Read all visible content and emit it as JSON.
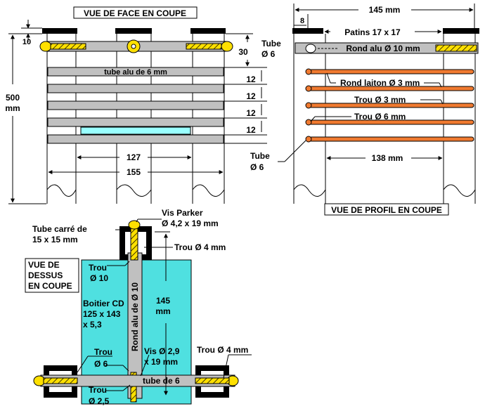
{
  "colors": {
    "tube_gray": "#c0c0c0",
    "screw_yellow": "#ffe000",
    "brass_orange": "#f07a30",
    "cd_cyan": "#4fe0e0",
    "cd_inner": "#99ffff",
    "pad_black": "#000000"
  },
  "front": {
    "title": "VUE DE FACE EN COUPE",
    "tube_label": "tube alu de 6 mm",
    "dim_10": "10",
    "dim_30": "30",
    "dim_500_a": "500",
    "dim_500_b": "mm",
    "dim_12": [
      "12",
      "12",
      "12",
      "12",
      "12"
    ],
    "dim_127": "127",
    "dim_155": "155"
  },
  "profile": {
    "title": "VUE DE PROFIL EN COUPE",
    "dim_145": "145 mm",
    "dim_8": "8",
    "patins": "Patins 17 x 17",
    "tube_top_a": "Tube",
    "tube_top_b": "Ø 6",
    "rond_alu": "Rond alu Ø 10 mm",
    "rond_laiton": "Rond laiton Ø 3 mm",
    "trou_3": "Trou Ø 3 mm",
    "trou_6": "Trou Ø 6 mm",
    "tube_bot_a": "Tube",
    "tube_bot_b": "Ø 6",
    "dim_138": "138 mm"
  },
  "top": {
    "title_lines": [
      "VUE DE",
      "DESSUS",
      "EN COUPE"
    ],
    "tube_carre_a": "Tube carré de",
    "tube_carre_b": "15 x 15 mm",
    "vis_parker_a": "Vis Parker",
    "vis_parker_b": "Ø 4,2 x 19 mm",
    "trou_4_top": "Trou Ø 4 mm",
    "trou_10_a": "Trou",
    "trou_10_b": "Ø 10",
    "rond_alu_vert": "Rond alu de Ø 10",
    "boitier": [
      "Boitier CD",
      "125 x 143",
      "x 5,3"
    ],
    "dim_145_a": "145",
    "dim_145_b": "mm",
    "trou_6_a": "Trou",
    "trou_6_b": "Ø 6",
    "vis_29_a": "Vis Ø 2,9",
    "vis_29_b": "x 19 mm",
    "trou_4_right": "Trou Ø 4 mm",
    "tube_de_6": "tube de 6",
    "trou_25_a": "Trou",
    "trou_25_b": "Ø 2,5"
  }
}
